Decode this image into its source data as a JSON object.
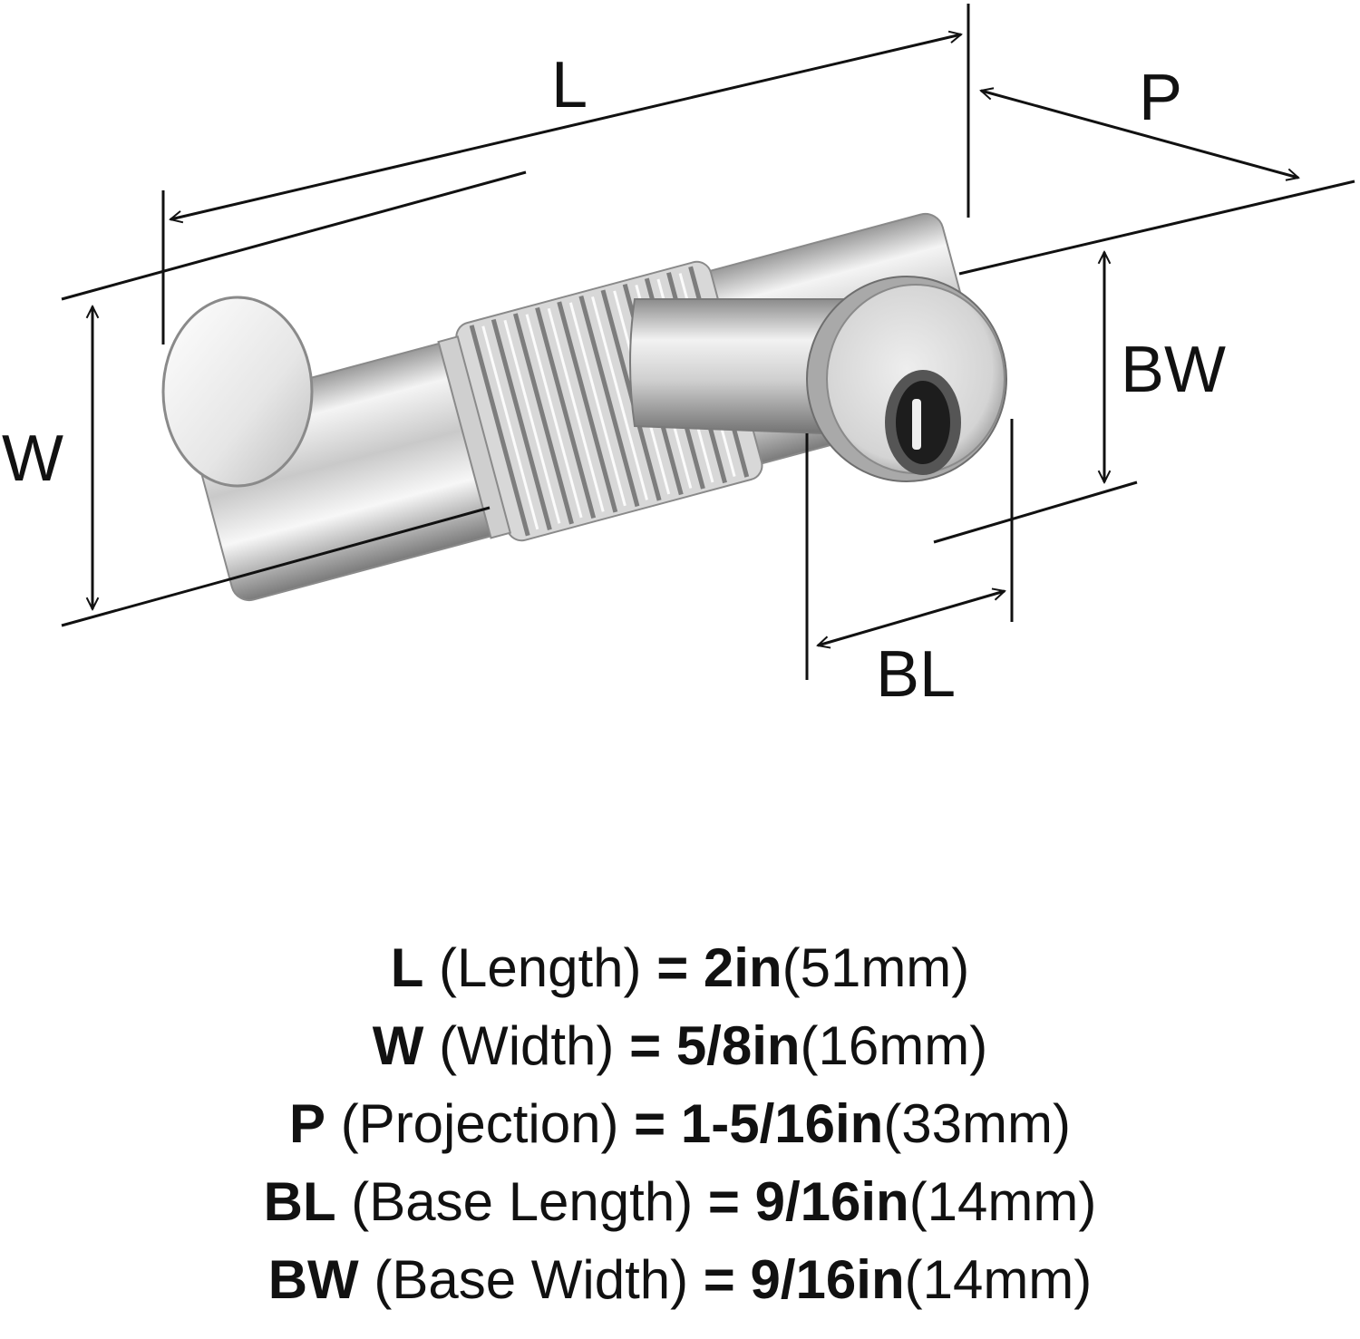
{
  "labels": {
    "L": "L",
    "P": "P",
    "W": "W",
    "BW": "BW",
    "BL": "BL"
  },
  "specs": [
    {
      "code": "L",
      "desc": "(Length)",
      "eq": "=",
      "imperial": "2in",
      "metric": "(51mm)"
    },
    {
      "code": "W",
      "desc": "(Width)",
      "eq": "=",
      "imperial": "5/8in",
      "metric": "(16mm)"
    },
    {
      "code": "P",
      "desc": "(Projection)",
      "eq": "=",
      "imperial": "1-5/16in",
      "metric": "(33mm)"
    },
    {
      "code": "BL",
      "desc": "(Base Length)",
      "eq": "=",
      "imperial": "9/16in",
      "metric": "(14mm)"
    },
    {
      "code": "BW",
      "desc": "(Base Width)",
      "eq": "=",
      "imperial": "9/16in",
      "metric": "(14mm)"
    }
  ],
  "colors": {
    "ink": "#111111",
    "chrome_light": "#f2f2f2",
    "chrome_mid": "#bdbdbd",
    "chrome_dark": "#6e6e6e"
  }
}
